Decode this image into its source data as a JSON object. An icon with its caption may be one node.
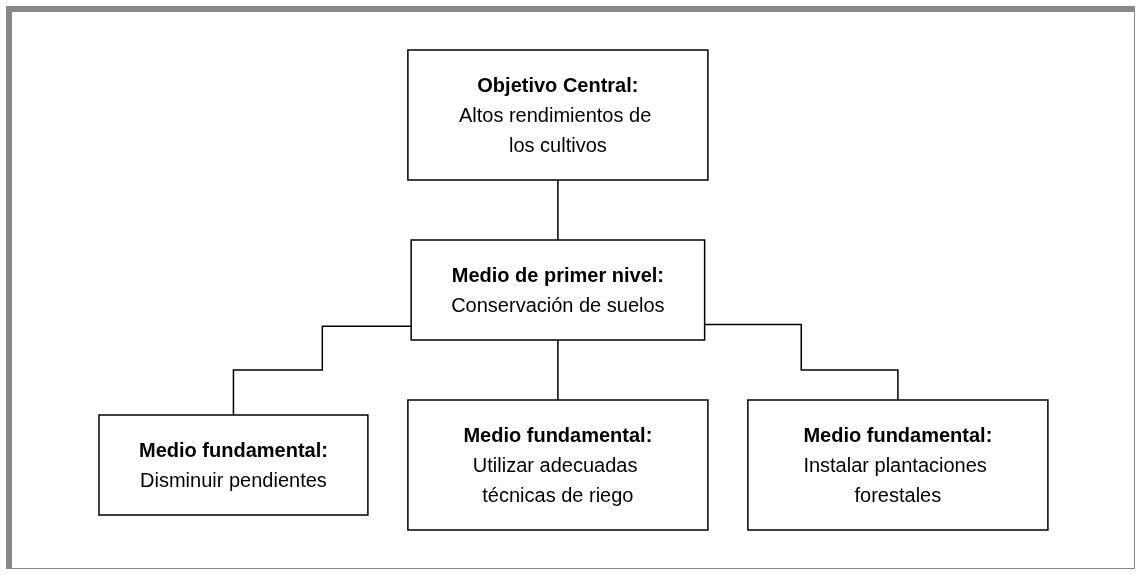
{
  "diagram": {
    "nodes": [
      {
        "text": [
          "Objetivo Central:",
          "Altos rendimientos de los cultivos"
        ]
      },
      {
        "text": [
          "Medio de primer nivel:",
          "Conservación de suelos"
        ]
      },
      {
        "text": [
          "Medio fundamental:",
          "Disminuir pendientes"
        ]
      },
      {
        "text": [
          "Medio fundamental:",
          "Utilizar adecuadas técnicas de riego"
        ]
      },
      {
        "text": [
          "Medio fundamental:",
          "Instalar plantaciones forestales"
        ]
      }
    ],
    "edges": [
      {
        "from": 0,
        "to": 1,
        "arrow": "none"
      },
      {
        "from": 1,
        "to": 2,
        "arrow": "none"
      },
      {
        "from": 1,
        "to": 3,
        "arrow": "none"
      },
      {
        "from": 1,
        "to": 4,
        "arrow": "none"
      }
    ]
  }
}
